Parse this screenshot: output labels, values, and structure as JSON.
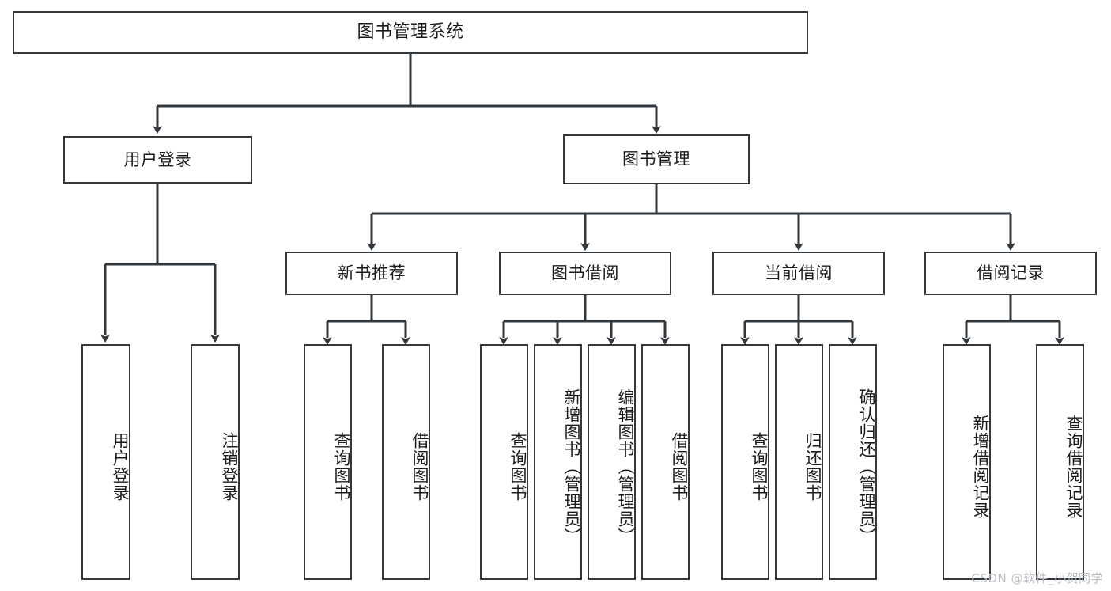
{
  "diagram": {
    "title": "图书管理系统",
    "type": "功能结构图",
    "line_color": "#33383d",
    "box_fill": "#ffffff",
    "text_color": "#1b1b1b"
  },
  "root": {
    "label": "图书管理系统"
  },
  "level2": [
    {
      "label": "用户登录"
    },
    {
      "label": "图书管理"
    }
  ],
  "level3": [
    {
      "label": "新书推荐"
    },
    {
      "label": "图书借阅"
    },
    {
      "label": "当前借阅"
    },
    {
      "label": "借阅记录"
    }
  ],
  "leaves": {
    "user_login": [
      {
        "label": "用户登录"
      },
      {
        "label": "注销登录"
      }
    ],
    "new_book": [
      {
        "label": "查询图书"
      },
      {
        "label": "借阅图书"
      }
    ],
    "book_borrow": [
      {
        "label": "查询图书"
      },
      {
        "label": "新增图书（管理员）"
      },
      {
        "label": "编辑图书（管理员）"
      },
      {
        "label": "借阅图书"
      }
    ],
    "current_borrow": [
      {
        "label": "查询图书"
      },
      {
        "label": "归还图书"
      },
      {
        "label": "确认归还（管理员）"
      }
    ],
    "borrow_record": [
      {
        "label": "新增借阅记录"
      },
      {
        "label": "查询借阅记录"
      }
    ]
  },
  "watermark": {
    "text": "CSDN @软件_小贺同学"
  }
}
